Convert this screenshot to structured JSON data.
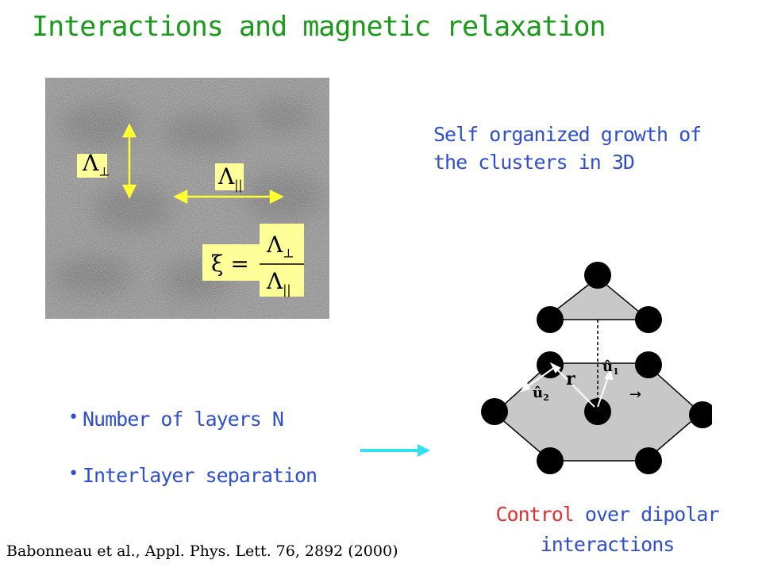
{
  "title": "Interactions and magnetic relaxation",
  "micrograph": {
    "lambda_perp": "Λ",
    "lambda_perp_sub": "⊥",
    "lambda_par": "Λ",
    "lambda_par_sub": "||",
    "xi": "ξ =",
    "frac_num": "Λ",
    "frac_num_sub": "⊥",
    "frac_den": "Λ",
    "frac_den_sub": "||",
    "highlight_color": "#ffff99",
    "arrow_color": "#ffff33"
  },
  "growth_text": [
    "Self organized growth of",
    "the clusters in 3D"
  ],
  "bullets": [
    "Number of layers N",
    "Interlayer separation"
  ],
  "lattice": {
    "r_label": "r",
    "u1_label": "û",
    "u1_sub": "1",
    "u2_label": "û",
    "u2_sub": "2",
    "arrow_symbol": "→"
  },
  "caption": {
    "highlight": "Control",
    "rest": " over dipolar",
    "line2": "interactions"
  },
  "reference": "Babonneau et al., Appl. Phys. Lett. 76, 2892 (2000)",
  "colors": {
    "title": "#1a9a1a",
    "text_blue": "#2f4fd0",
    "highlight_red": "#e53030",
    "arrow_cyan": "#33e0f0",
    "lattice_fill": "#c8c8c8"
  }
}
